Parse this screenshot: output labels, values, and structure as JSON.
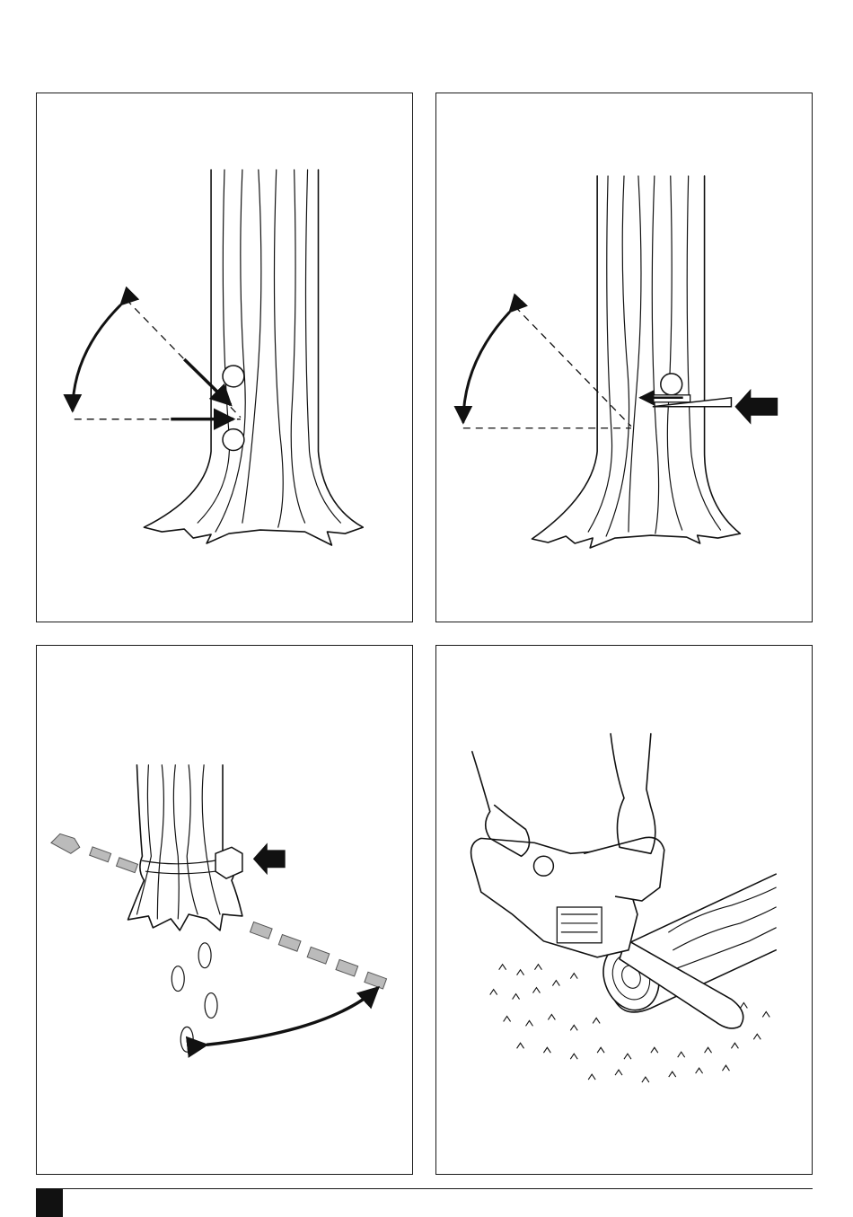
{
  "figures": [
    {
      "id": "tree-felling-notch",
      "icon": "tree-notch-cut-illustration"
    },
    {
      "id": "tree-felling-wedge",
      "icon": "tree-wedge-illustration"
    },
    {
      "id": "felling-escape-path",
      "icon": "escape-route-illustration"
    },
    {
      "id": "log-cutting",
      "icon": "chainsaw-log-illustration"
    }
  ],
  "footer": {
    "marker_color": "#111111"
  }
}
